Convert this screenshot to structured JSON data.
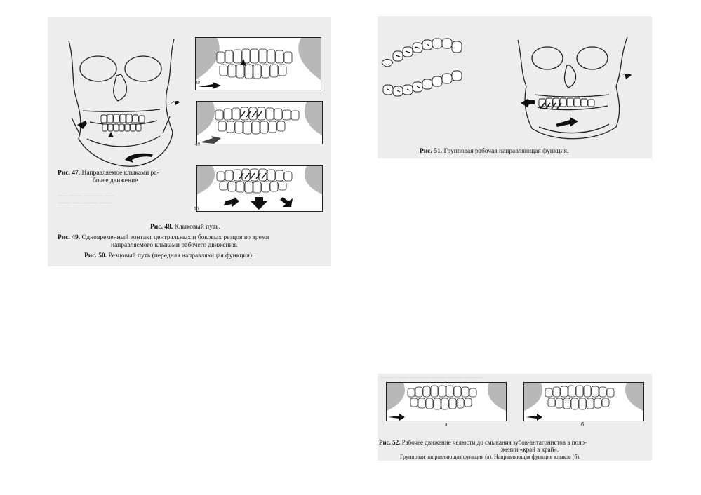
{
  "page": {
    "background": "#ffffff",
    "scan_color": "#ebebeb"
  },
  "figures": {
    "fig47": {
      "caption_prefix": "Рис. 47.",
      "caption_text_1": "Направляемое клыками ра-",
      "caption_text_2": "бочее движение."
    },
    "fig48": {
      "number": "48",
      "caption_prefix": "Рис. 48.",
      "caption_text": "Клыковый путь."
    },
    "fig49": {
      "number": "49",
      "caption_prefix": "Рис. 49.",
      "caption_text_1": "Одновременный контакт центральных и боковых резцов во время",
      "caption_text_2": "направляемого клыками рабочего движения."
    },
    "fig50": {
      "number": "50",
      "caption_prefix": "Рис. 50.",
      "caption_text": "Резцовый путь (передняя направляющая функция)."
    },
    "fig51": {
      "caption_prefix": "Рис. 51.",
      "caption_text": "Групповая рабочая направляющая функция."
    },
    "fig52": {
      "label_a": "а",
      "label_b": "б",
      "caption_prefix": "Рис. 52.",
      "caption_text_1": "Рабочее движение челюсти до смыкания зубов-антагонистов в поло-",
      "caption_text_2": "жении «край в край».",
      "caption_text_3": "Групповая направляющая функция (а). Направляющая функция клыков (б)."
    }
  },
  "icons": {
    "skull": "skull-illustration",
    "arrow": "movement-arrow-icon",
    "teeth": "dental-arch-illustration"
  }
}
